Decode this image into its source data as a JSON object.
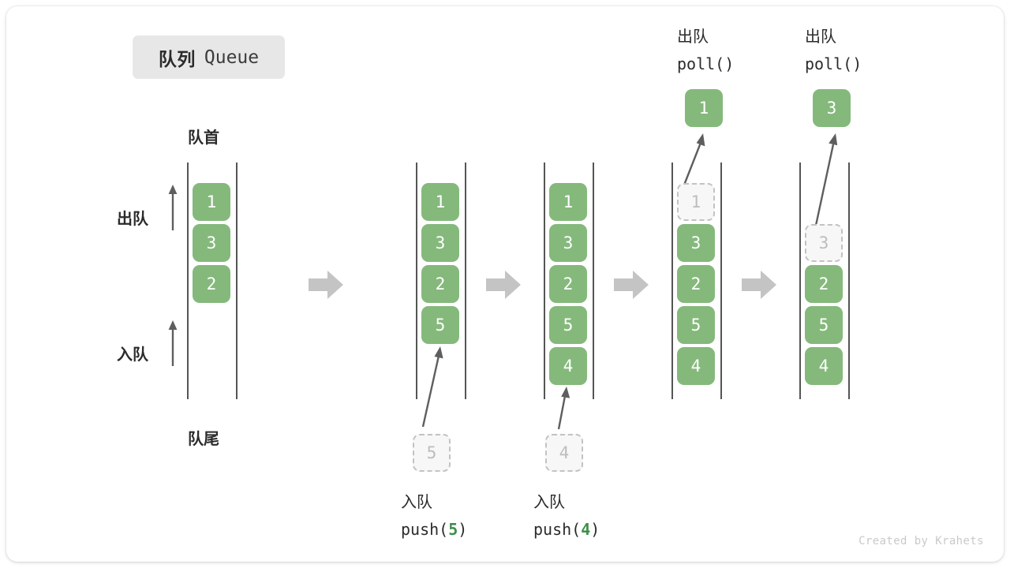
{
  "title": {
    "cn": "队列",
    "en": "Queue"
  },
  "legend": {
    "head_label": "队首",
    "tail_label": "队尾",
    "dequeue_label": "出队",
    "enqueue_label": "入队"
  },
  "credit": "Created by Krahets",
  "colors": {
    "cell_fill": "#85b97c",
    "cell_text": "#ffffff",
    "ghost_fill": "#f7f7f7",
    "ghost_border": "#c2c2c2",
    "ghost_text": "#bdbdbd",
    "rail": "#555555",
    "block_arrow": "#c4c4c4",
    "thin_arrow": "#5e5e5e",
    "badge_bg": "#e7e7e7",
    "accent_green": "#3f8f4b"
  },
  "columns": [
    {
      "id": "initial",
      "name": "initial-queue",
      "cells": [
        "1",
        "3",
        "2"
      ],
      "ghost_index": -1,
      "caption_cn": "",
      "caption_fn": "",
      "caption_arg": ""
    },
    {
      "id": "push5",
      "name": "queue-after-push-5",
      "cells": [
        "1",
        "3",
        "2",
        "5"
      ],
      "ghost_index": -1,
      "incoming_value": "5",
      "caption_cn": "入队",
      "caption_fn_pre": "push(",
      "caption_arg": "5",
      "caption_fn_post": ")"
    },
    {
      "id": "push4",
      "name": "queue-after-push-4",
      "cells": [
        "1",
        "3",
        "2",
        "5",
        "4"
      ],
      "ghost_index": -1,
      "incoming_value": "4",
      "caption_cn": "入队",
      "caption_fn_pre": "push(",
      "caption_arg": "4",
      "caption_fn_post": ")"
    },
    {
      "id": "poll1",
      "name": "queue-after-poll-1",
      "cells": [
        "1",
        "3",
        "2",
        "5",
        "4"
      ],
      "ghost_index": 0,
      "outgoing_value": "1",
      "header_cn": "出队",
      "header_fn": "poll()"
    },
    {
      "id": "poll3",
      "name": "queue-after-poll-3",
      "cells": [
        "3",
        "2",
        "5",
        "4"
      ],
      "ghost_index": 0,
      "outgoing_value": "3",
      "header_cn": "出队",
      "header_fn": "poll()"
    }
  ]
}
